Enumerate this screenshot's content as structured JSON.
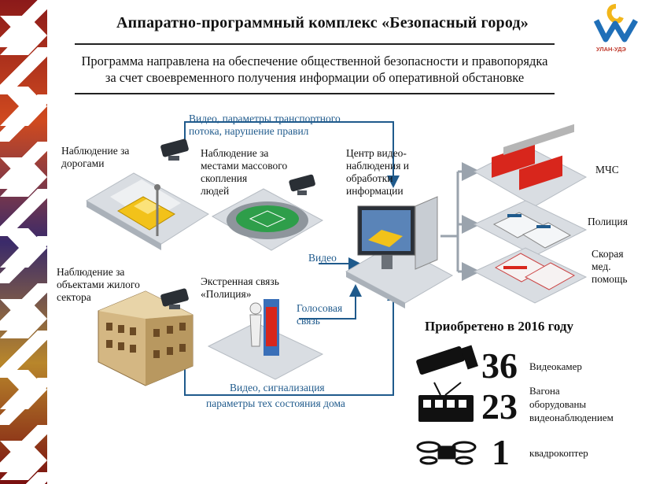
{
  "header": {
    "title": "Аппаратно-программный комплекс «Безопасный город»",
    "subtitle_line1": "Программа направлена на обеспечение общественной безопасности и правопорядка",
    "subtitle_line2": "за счет своевременного получения информации об оперативной обстановке"
  },
  "logo": {
    "text": "УЛАН-УДЭ"
  },
  "nodes": {
    "roads": "Наблюдение за дорогами",
    "crowds_line1": "Наблюдение за",
    "crowds_line2": "местами массового",
    "crowds_line3": "скопления",
    "crowds_line4": "людей",
    "residential_line1": "Наблюдение за",
    "residential_line2": "объектами жилого",
    "residential_line3": "сектора",
    "emergency_line1": "Экстренная связь",
    "emergency_line2": "«Полиция»",
    "center_line1": "Центр видео-",
    "center_line2": "наблюдения и",
    "center_line3": "обработки",
    "center_line4": "информации",
    "mchs": "МЧС",
    "police": "Полиция",
    "ambulance_line1": "Скорая",
    "ambulance_line2": "мед.",
    "ambulance_line3": "помощь"
  },
  "flows": {
    "traffic_video_line1": "Видео, параметры транспортного",
    "traffic_video_line2": "потока, нарушение правил",
    "video": "Видео",
    "voice_line1": "Голосовая",
    "voice_line2": "связь",
    "building_line1": "Видео, сигнализация",
    "building_line2": "параметры тех состояния дома"
  },
  "acquired": {
    "heading": "Приобретено в 2016 году",
    "items": [
      {
        "icon": "cctv-camera-icon",
        "value": "36",
        "label_line1": "Видеокамер",
        "label_line2": "",
        "label_line3": ""
      },
      {
        "icon": "tram-icon",
        "value": "23",
        "label_line1": "Вагона",
        "label_line2": "оборудованы",
        "label_line3": "видеонаблюдением"
      },
      {
        "icon": "quadcopter-icon",
        "value": "1",
        "label_line1": "квадрокоптер",
        "label_line2": "",
        "label_line3": ""
      }
    ]
  },
  "colors": {
    "flow_blue": "#1f5a8c",
    "arrow_gray": "#9aa3ad",
    "panel_gray": "#d9dde2",
    "taxi_yellow": "#f2c21a",
    "fire_red": "#d8261c"
  }
}
